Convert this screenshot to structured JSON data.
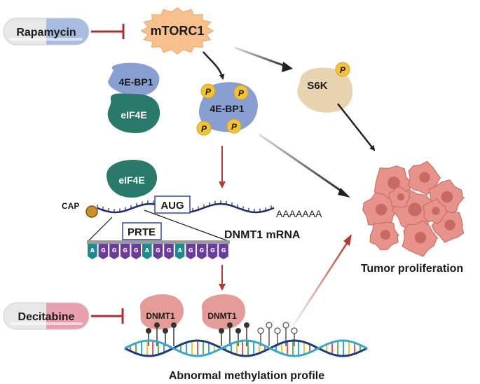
{
  "drugs": {
    "rapamycin": "Rapamycin",
    "decitabine": "Decitabine"
  },
  "proteins": {
    "mtorc1": "mTORC1",
    "eif4e_bound": "eIF4E",
    "ebp1_bound": "4E-BP1",
    "ebp1_phospho": "4E-BP1",
    "s6k": "S6K",
    "eif4e_free": "eIF4E",
    "dnmt1_left": "DNMT1",
    "dnmt1_right": "DNMT1"
  },
  "phospho_mark": "P",
  "mrna": {
    "cap": "CAP",
    "aug": "AUG",
    "polya": "AAAAAAA",
    "name": "DNMT1 mRNA",
    "prte": "PRTE",
    "sequence": [
      "A",
      "G",
      "G",
      "G",
      "G",
      "A",
      "G",
      "G",
      "A",
      "G",
      "G",
      "G",
      "G"
    ]
  },
  "outcomes": {
    "tumor": "Tumor proliferation",
    "methylation": "Abnormal methylation profile"
  },
  "colors": {
    "inhibit": "#a83232",
    "activate": "#222222",
    "red_arrow": "#b73a32",
    "mtorc1": "#f7c08d",
    "ebp1": "#8a9fd1",
    "eif4e": "#2a7a6b",
    "s6k": "#e8d4b0",
    "phospho": "#f2c23a",
    "dnmt1": "#e59c98",
    "mrna": "#1f2a6b",
    "seq_a": "#1f8a8c",
    "seq_g": "#6a3d98",
    "tumor": "#e7928a"
  }
}
